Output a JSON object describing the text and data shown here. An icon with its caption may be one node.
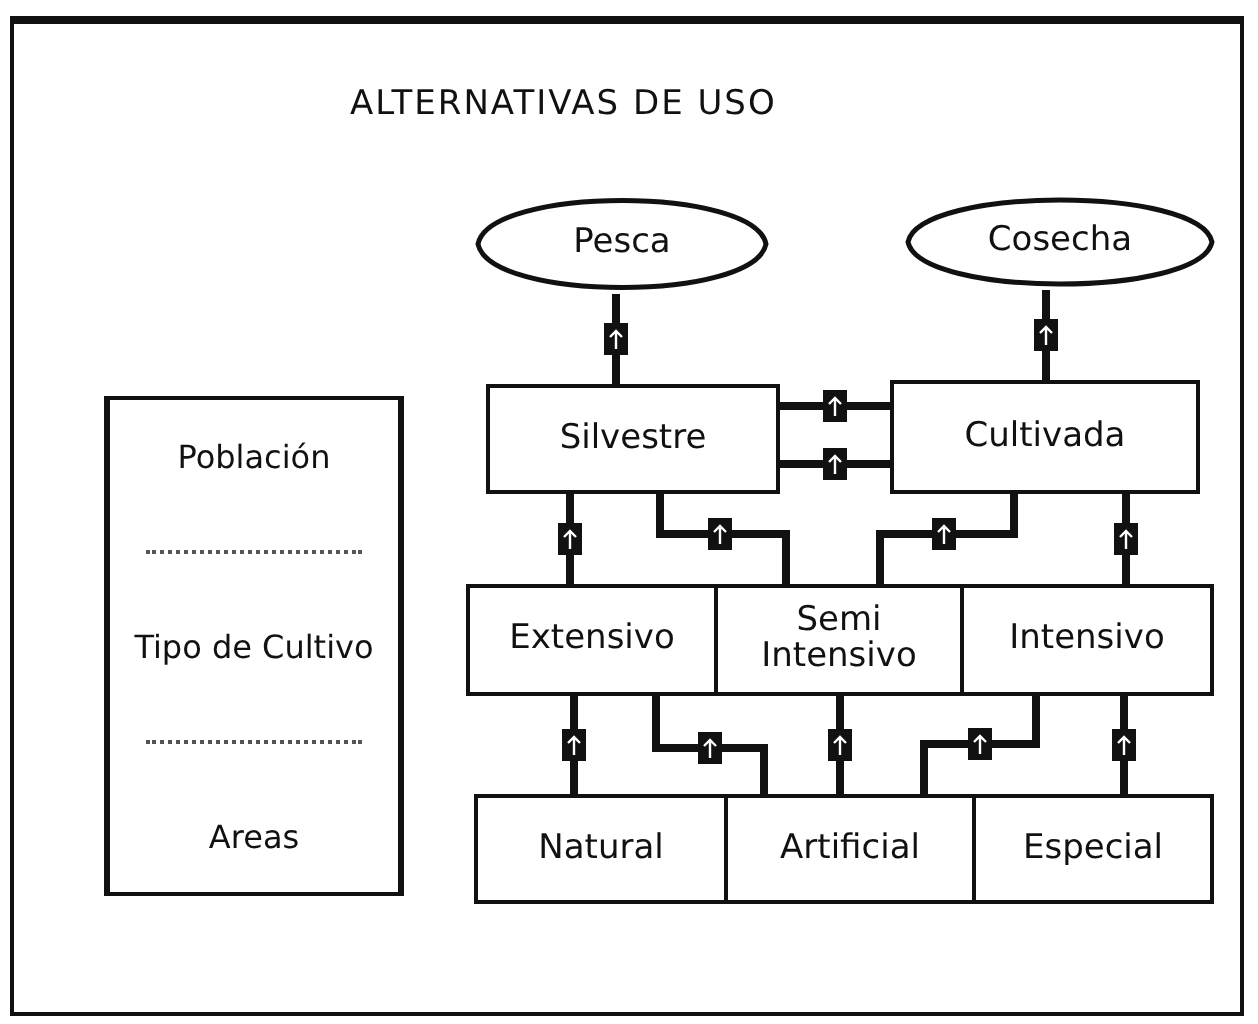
{
  "diagram": {
    "title": "ALTERNATIVAS DE USO",
    "nodes": [
      {
        "text": [
          "Pesca"
        ]
      },
      {
        "text": [
          "Cosecha"
        ]
      },
      {
        "text": [
          "Silvestre"
        ]
      },
      {
        "text": [
          "Cultivada"
        ]
      },
      {
        "text": [
          "Extensivo"
        ]
      },
      {
        "text": [
          "Semi Intensivo"
        ]
      },
      {
        "text": [
          "Intensivo"
        ]
      },
      {
        "text": [
          "Natural"
        ]
      },
      {
        "text": [
          "Artificial"
        ]
      },
      {
        "text": [
          "Especial"
        ]
      },
      {
        "text": [
          "Población",
          "Tipo de Cultivo",
          "Areas"
        ]
      }
    ],
    "edges": [
      {
        "from": 0,
        "to": 2,
        "arrow": "other"
      },
      {
        "from": 1,
        "to": 3,
        "arrow": "other"
      },
      {
        "from": 2,
        "to": 3,
        "arrow": "other"
      },
      {
        "from": 2,
        "to": 3,
        "arrow": "other"
      },
      {
        "from": 2,
        "to": 4,
        "arrow": "other"
      },
      {
        "from": 2,
        "to": 5,
        "arrow": "other"
      },
      {
        "from": 3,
        "to": 5,
        "arrow": "other"
      },
      {
        "from": 3,
        "to": 6,
        "arrow": "other"
      },
      {
        "from": 4,
        "to": 7,
        "arrow": "other"
      },
      {
        "from": 4,
        "to": 8,
        "arrow": "other"
      },
      {
        "from": 5,
        "to": 8,
        "arrow": "other"
      },
      {
        "from": 6,
        "to": 8,
        "arrow": "other"
      },
      {
        "from": 6,
        "to": 9,
        "arrow": "other"
      }
    ]
  }
}
